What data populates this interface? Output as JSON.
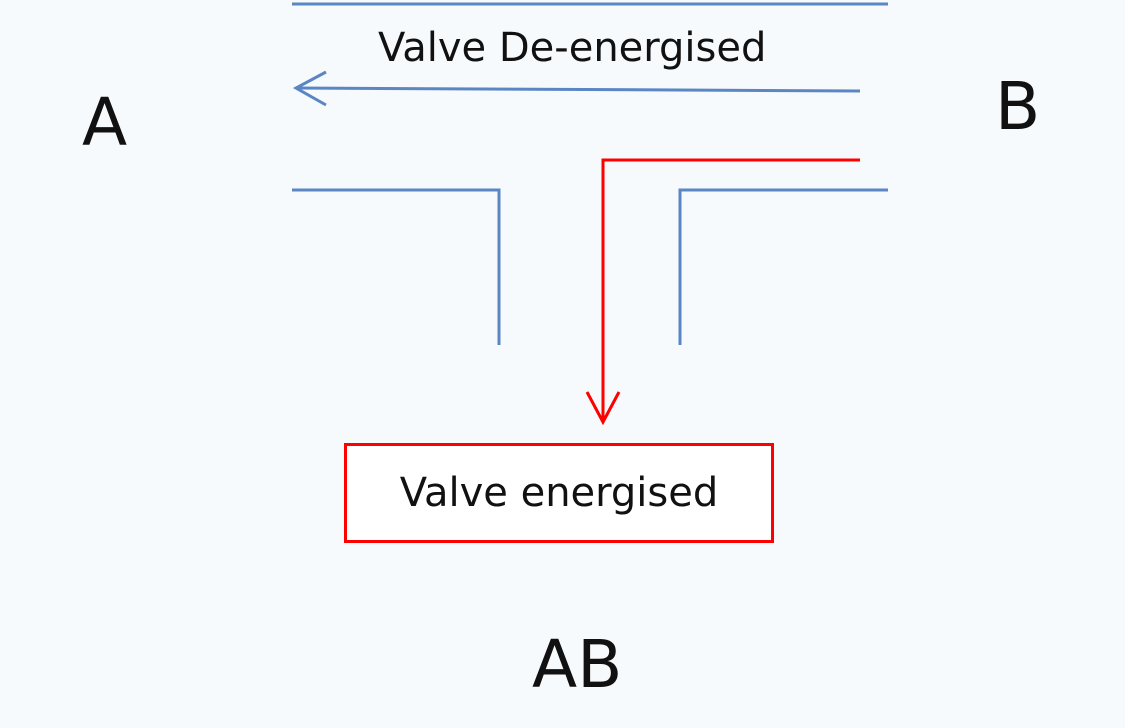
{
  "ports": {
    "a": "A",
    "b": "B",
    "ab": "AB"
  },
  "flows": {
    "de_energised": "Valve De-energised",
    "energised": "Valve energised"
  },
  "colors": {
    "pipe": "#5b86c4",
    "de_energised_arrow": "#5b86c4",
    "energised_arrow": "#ff0000",
    "energised_box_border": "#ff0000",
    "background": "#f7fafd"
  }
}
